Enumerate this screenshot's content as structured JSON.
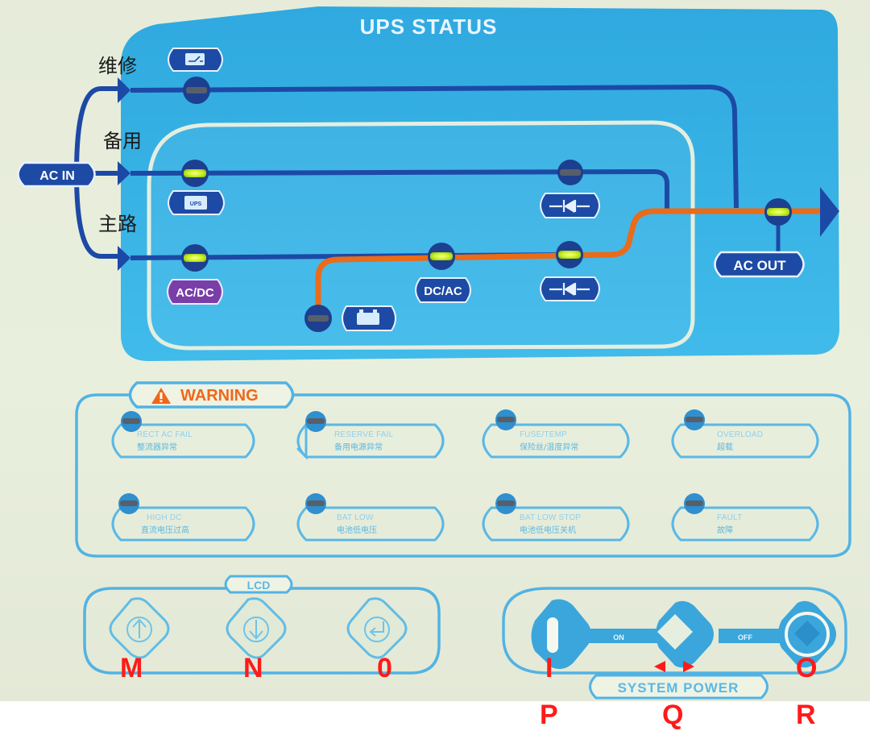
{
  "panel_title": "UPS STATUS",
  "paths": {
    "maintenance": "维修",
    "standby": "备用",
    "main": "主路"
  },
  "ac_in": "AC IN",
  "ac_out": "AC OUT",
  "ups_badge": "UPS",
  "ac_dc": "AC/DC",
  "dc_ac": "DC/AC",
  "warning_title": "WARNING",
  "warnings": [
    {
      "en": "RECT AC FAIL",
      "zh": "整流器异常",
      "state": "off"
    },
    {
      "en": "RESERVE FAIL",
      "zh": "备用电源异常",
      "state": "off"
    },
    {
      "en": "FUSE/TEMP",
      "zh": "保险丝/温度异常",
      "state": "off"
    },
    {
      "en": "OVERLOAD",
      "zh": "超载",
      "state": "off"
    },
    {
      "en": "HIGH DC",
      "zh": "直流电压过高",
      "state": "off"
    },
    {
      "en": "BAT LOW",
      "zh": "电池低电压",
      "state": "off"
    },
    {
      "en": "BAT LOW STOP",
      "zh": "电池低电压关机",
      "state": "off"
    },
    {
      "en": "FAULT",
      "zh": "故障",
      "state": "off"
    }
  ],
  "leds": {
    "maintenance_bypass": "off",
    "standby_input": "on",
    "standby_switch": "off",
    "main_input": "on",
    "battery": "off",
    "inverter": "on",
    "main_switch": "on",
    "output": "on"
  },
  "lcd": {
    "label": "LCD",
    "buttons": [
      {
        "name": "up",
        "letter": "M"
      },
      {
        "name": "down",
        "letter": "N"
      },
      {
        "name": "enter",
        "letter": "0"
      }
    ]
  },
  "system_power": {
    "label": "SYSTEM POWER",
    "on_label": "ON",
    "off_label": "OFF",
    "on_symbol": "I",
    "off_symbol": "O",
    "letters": [
      "P",
      "Q",
      "R"
    ]
  },
  "colors": {
    "panel_blue": "#35b3e6",
    "line_blue": "#1d49a6",
    "line_orange": "#ea6b18",
    "led_on": "#d9f52c",
    "led_off": "#56606a",
    "warning_orange": "#f0671a",
    "label_red": "#ff1a1a"
  }
}
